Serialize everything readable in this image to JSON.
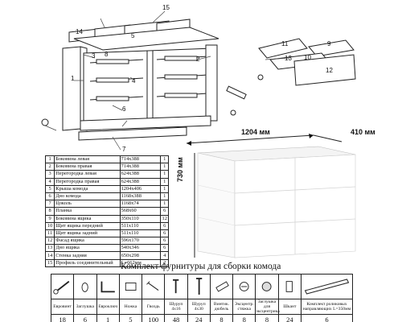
{
  "callouts": {
    "c1": "1",
    "c2": "2",
    "c3": "3",
    "c4": "4",
    "c5": "5",
    "c6": "6",
    "c7": "7",
    "c8": "8",
    "c9": "9",
    "c10": "10",
    "c11": "11",
    "c12": "12",
    "c13": "13",
    "c14": "14",
    "c15": "15"
  },
  "dimensions": {
    "width": "1204 мм",
    "depth": "410 мм",
    "height": "730 мм"
  },
  "parts": [
    {
      "n": "1",
      "name": "Боковина левая",
      "size": "714x388",
      "qty": "1"
    },
    {
      "n": "2",
      "name": "Боковина правая",
      "size": "714x388",
      "qty": "1"
    },
    {
      "n": "3",
      "name": "Перегородка левая",
      "size": "624x388",
      "qty": "1"
    },
    {
      "n": "4",
      "name": "Перегородка правая",
      "size": "624x388",
      "qty": "1"
    },
    {
      "n": "5",
      "name": "Крыша комода",
      "size": "1204x406",
      "qty": "1"
    },
    {
      "n": "6",
      "name": "Дно комода",
      "size": "1168x388",
      "qty": "1"
    },
    {
      "n": "7",
      "name": "Цоколь",
      "size": "1168x74",
      "qty": "1"
    },
    {
      "n": "8",
      "name": "Планка",
      "size": "568x60",
      "qty": "6"
    },
    {
      "n": "9",
      "name": "Боковина ящика",
      "size": "350x110",
      "qty": "12"
    },
    {
      "n": "10",
      "name": "Щит ящика передний",
      "size": "511x110",
      "qty": "6"
    },
    {
      "n": "11",
      "name": "Щит ящика задний",
      "size": "511x110",
      "qty": "6"
    },
    {
      "n": "12",
      "name": "Фасад ящика",
      "size": "596x170",
      "qty": "6"
    },
    {
      "n": "13",
      "name": "Дно ящика",
      "size": "540x346",
      "qty": "6"
    },
    {
      "n": "14",
      "name": "Стенка задняя",
      "size": "650x298",
      "qty": "4"
    },
    {
      "n": "15",
      "name": "Профиль соединительный",
      "size": "L=662мм",
      "qty": "2"
    }
  ],
  "hardware": {
    "title": "Комплект фурнитуры для сборки комода",
    "items": [
      {
        "icon": "confirmat-screw-icon",
        "name": "Евровинт",
        "qty": "18"
      },
      {
        "icon": "cap-icon",
        "name": "Заглушка",
        "qty": "6"
      },
      {
        "icon": "hex-key-icon",
        "name": "Евроключ",
        "qty": "1"
      },
      {
        "icon": "furniture-foot-icon",
        "name": "Ножка",
        "qty": "5"
      },
      {
        "icon": "nail-icon",
        "name": "Гвоздь",
        "qty": "100"
      },
      {
        "icon": "screw-4x16-icon",
        "name": "Шуруп 4x16",
        "qty": "48"
      },
      {
        "icon": "screw-4x30-icon",
        "name": "Шуруп 4x30",
        "qty": "24"
      },
      {
        "icon": "wooden-dowel-icon",
        "name": "Винтик. дюбель",
        "qty": "8"
      },
      {
        "icon": "eccentric-coupler-icon",
        "name": "Эксцентр. стяжка",
        "qty": "8"
      },
      {
        "icon": "eccentric-cap-icon",
        "name": "Заглушка для эксцентрика",
        "qty": "8"
      },
      {
        "icon": "dowel-pin-icon",
        "name": "Шкант",
        "qty": "24"
      },
      {
        "icon": "drawer-runner-icon",
        "name": "Комплект роликовых направляющих L=350мм",
        "qty": "6"
      }
    ]
  }
}
